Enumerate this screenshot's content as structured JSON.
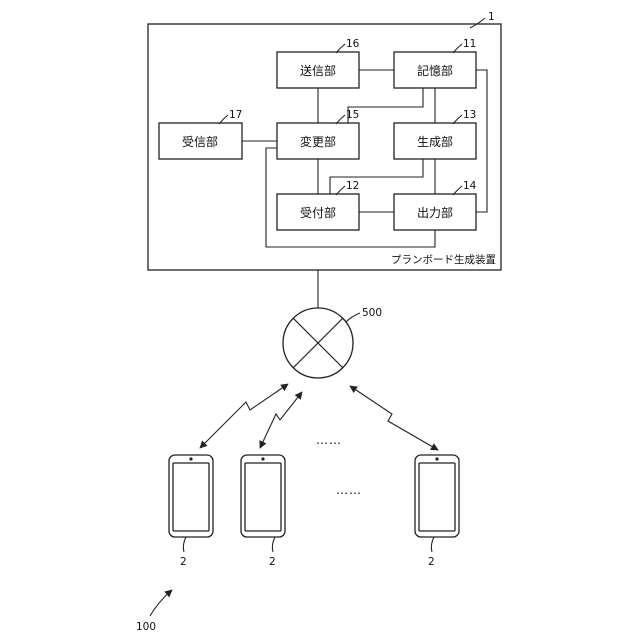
{
  "device": {
    "label": "プランボード生成装置",
    "ref": "1"
  },
  "blocks": {
    "storage": {
      "label": "記憶部",
      "ref": "11"
    },
    "acceptance": {
      "label": "受付部",
      "ref": "12"
    },
    "generation": {
      "label": "生成部",
      "ref": "13"
    },
    "output": {
      "label": "出力部",
      "ref": "14"
    },
    "modification": {
      "label": "変更部",
      "ref": "15"
    },
    "transmission": {
      "label": "送信部",
      "ref": "16"
    },
    "reception": {
      "label": "受信部",
      "ref": "17"
    }
  },
  "network": {
    "ref": "500"
  },
  "terminals": [
    {
      "ref": "2"
    },
    {
      "ref": "2"
    },
    {
      "ref": "2"
    }
  ],
  "ellipsis": [
    "……",
    "……"
  ],
  "system": {
    "ref": "100"
  }
}
